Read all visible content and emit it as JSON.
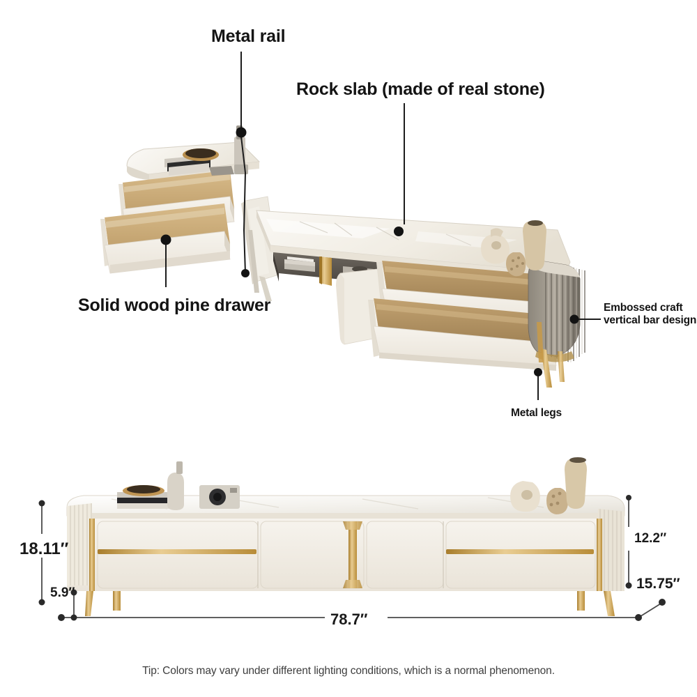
{
  "product": {
    "type": "TV stand / media console spec diagram",
    "background_color": "#ffffff"
  },
  "callouts": [
    {
      "id": "metal-rail",
      "label": "Metal rail"
    },
    {
      "id": "rock-slab",
      "label": "Rock slab (made of real stone)"
    },
    {
      "id": "pine-drawer",
      "label": "Solid wood pine drawer"
    },
    {
      "id": "embossed",
      "label": "Embossed craft vertical bar design"
    },
    {
      "id": "metal-legs",
      "label": "Metal legs"
    }
  ],
  "callout_text": {
    "metal_rail": "Metal rail",
    "rock_slab": "Rock slab (made of real stone)",
    "pine_drawer": "Solid wood pine drawer",
    "embossed_line1": "Embossed craft",
    "embossed_line2": "vertical bar design",
    "metal_legs": "Metal legs"
  },
  "dimensions": {
    "total_height": "18.11″",
    "leg_height": "5.9″",
    "cabinet_height": "12.2″",
    "depth": "15.75″",
    "width": "78.7″"
  },
  "footer": {
    "tip": "Tip: Colors may vary under different lighting conditions, which is a normal phenomenon."
  },
  "colors": {
    "body_cream": "#f2eee6",
    "body_cream_dark": "#e3ddd1",
    "slab_white": "#f7f5f1",
    "slab_shadow": "#cfc9bd",
    "pine_wood": "#cdab73",
    "pine_wood_dark": "#a9accd",
    "gold": "#c79a45",
    "gold_light": "#e0c07e",
    "shadow_gray": "#8b857c",
    "leader_line": "#1c1c1c",
    "dim_line": "#4a4a4a",
    "text": "#141414"
  },
  "decor": {
    "left_items": [
      "books",
      "bowl",
      "bottle-vase",
      "camera"
    ],
    "right_items": [
      "round-vase",
      "textured-vase",
      "tall-vase"
    ]
  }
}
